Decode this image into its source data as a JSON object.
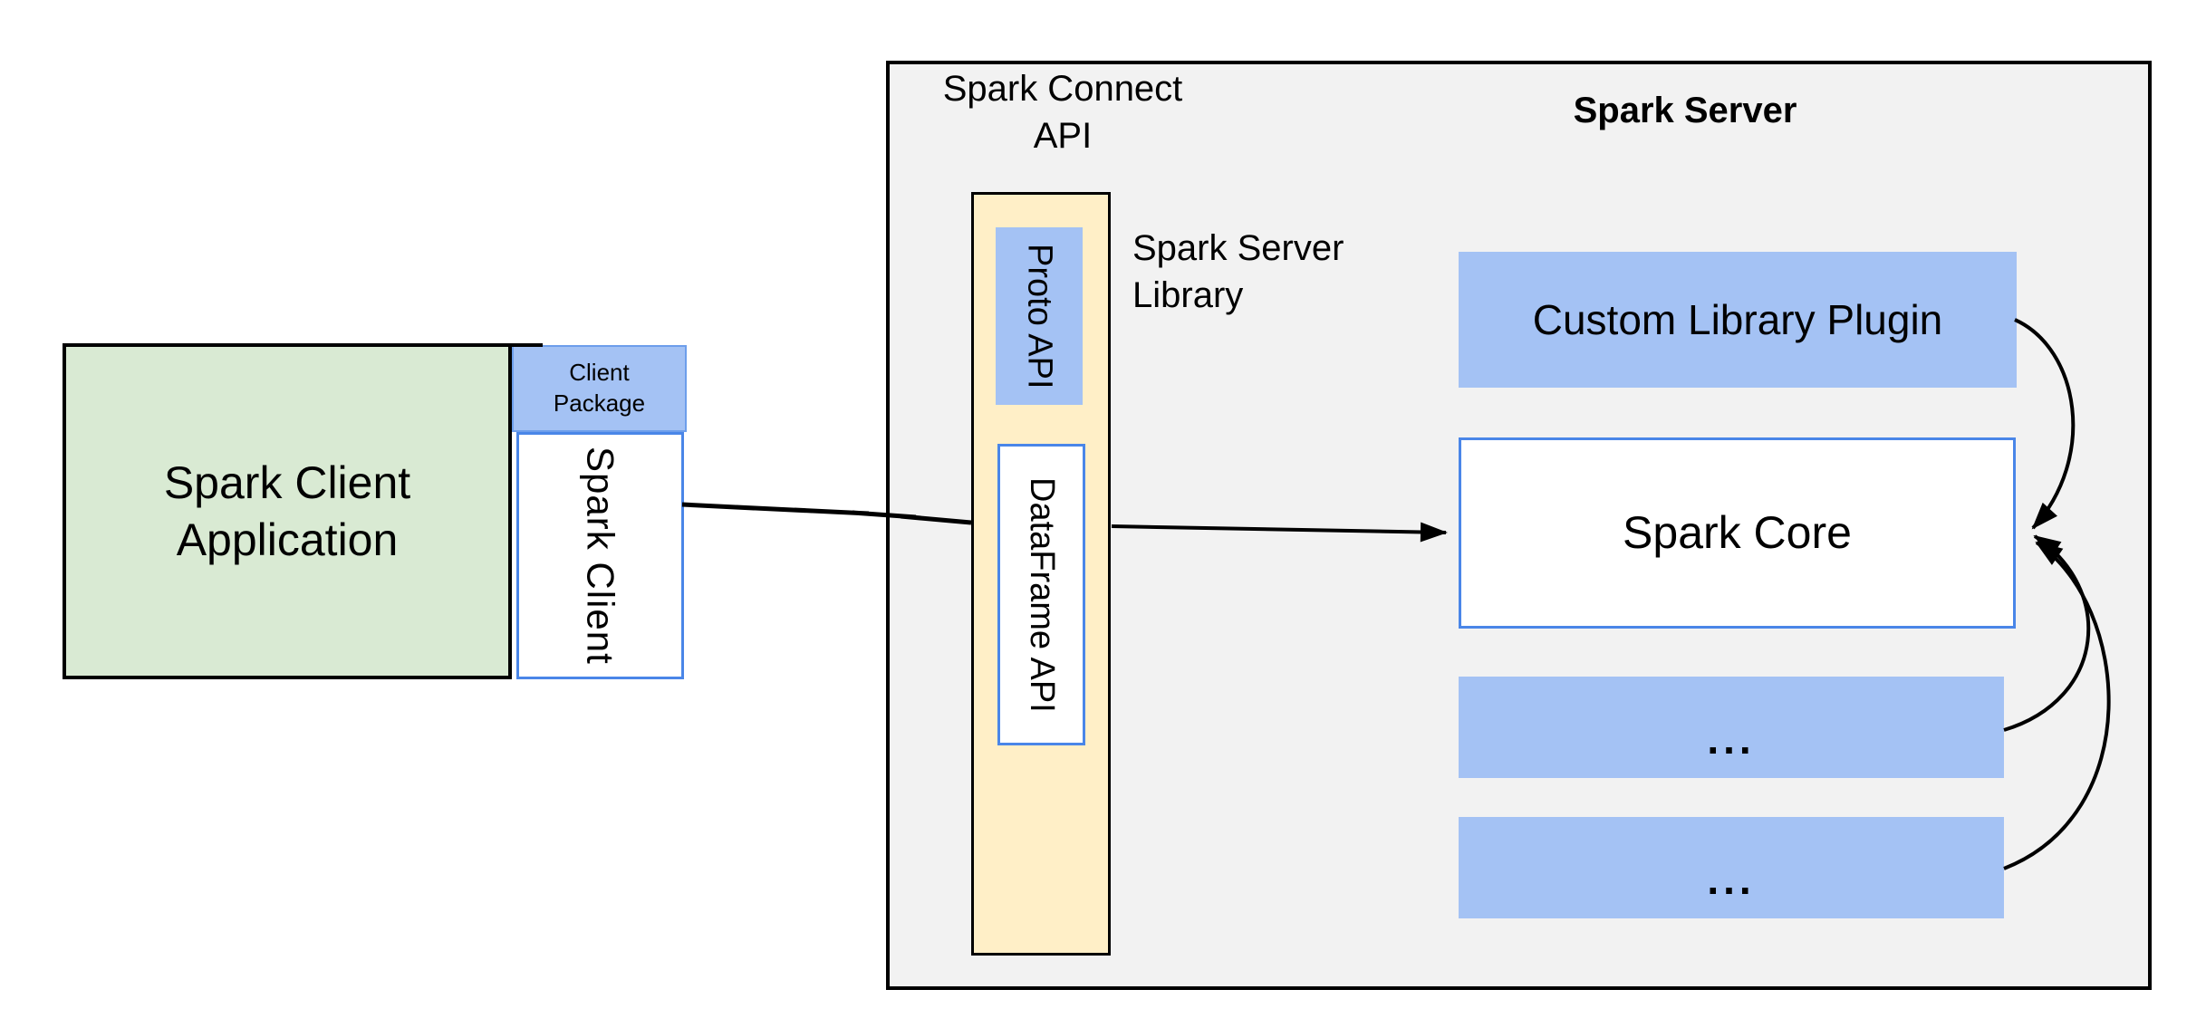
{
  "diagram": {
    "client_app": {
      "label": "Spark Client\nApplication"
    },
    "client_package": {
      "label": "Client\nPackage"
    },
    "spark_client": {
      "label": "Spark Client"
    },
    "spark_connect": {
      "title": "Spark Connect\nAPI"
    },
    "proto_api": {
      "label": "Proto API"
    },
    "dataframe_api": {
      "label": "DataFrame API"
    },
    "server_library": {
      "label": "Spark Server\nLibrary"
    },
    "spark_server": {
      "title": "Spark Server"
    },
    "custom_plugin": {
      "label": "Custom Library Plugin"
    },
    "spark_core": {
      "label": "Spark Core"
    },
    "plugin_slot_1": {
      "label": "..."
    },
    "plugin_slot_2": {
      "label": "..."
    }
  },
  "colors": {
    "background": "#ffffff",
    "server_panel_fill": "#f2f2f2",
    "client_app_fill": "#d9ead3",
    "blue_block_fill": "#a4c2f4",
    "blue_border": "#4a86e8",
    "blue_border_light": "#6d9eeb",
    "connect_api_fill": "#ffefc7",
    "line_color": "#000000"
  }
}
